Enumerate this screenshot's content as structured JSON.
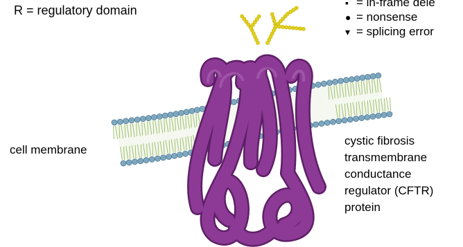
{
  "title_label": "R = regulatory domain",
  "membrane_label": "cell membrane",
  "protein_label_lines": [
    "cystic fibrosis",
    "transmembrane",
    "conductance",
    "regulator (CFTR)",
    "protein"
  ],
  "legend": [
    {
      "symbol": "square",
      "text": "= in-frame dele"
    },
    {
      "symbol": "circle",
      "text": "= nonsense"
    },
    {
      "symbol": "triangle",
      "text": "= splicing error"
    }
  ],
  "colors": {
    "protein": "#8c3a96",
    "protein_dark": "#5e1f66",
    "lipid_head": "#7fa8c0",
    "lipid_tail": "#9fbf6a",
    "glyco_chain": "#e0d020",
    "glyco_bead": "#c8b400"
  }
}
